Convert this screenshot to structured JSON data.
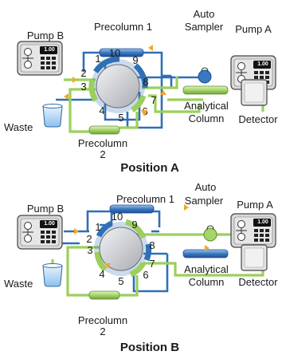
{
  "panels": [
    {
      "caption": "Position A",
      "labels": {
        "precolumn_1": "Precolumn 1",
        "auto_sampler_line1": "Auto",
        "auto_sampler_line2": "Sampler",
        "pump_a": "Pump A",
        "pump_b": "Pump B",
        "analytical_line1": "Analytical",
        "analytical_line2": "Column",
        "detector": "Detector",
        "waste": "Waste",
        "precolumn_2_line1": "Precolumn",
        "precolumn_2_line2": "2"
      },
      "pump_a_display": "1.00",
      "pump_b_display": "1.00",
      "ports": [
        "1",
        "2",
        "3",
        "4",
        "5",
        "6",
        "7",
        "8",
        "9",
        "10"
      ]
    },
    {
      "caption": "Position B",
      "labels": {
        "precolumn_1": "Precolumn 1",
        "auto_sampler_line1": "Auto",
        "auto_sampler_line2": "Sampler",
        "pump_a": "Pump A",
        "pump_b": "Pump B",
        "analytical_line1": "Analytical",
        "analytical_line2": "Column",
        "detector": "Detector",
        "waste": "Waste",
        "precolumn_2_line1": "Precolumn",
        "precolumn_2_line2": "2"
      },
      "pump_a_display": "1.00",
      "pump_b_display": "1.00",
      "ports": [
        "1",
        "2",
        "3",
        "4",
        "5",
        "6",
        "7",
        "8",
        "9",
        "10"
      ]
    }
  ],
  "colors": {
    "blue_flow": "#2f6fb8",
    "green_flow": "#9ccf5c",
    "arrow": "#f5a623",
    "valve_body": "#c9cbcf",
    "device_fill": "#d6d6d6",
    "text": "#1a1a1a"
  }
}
